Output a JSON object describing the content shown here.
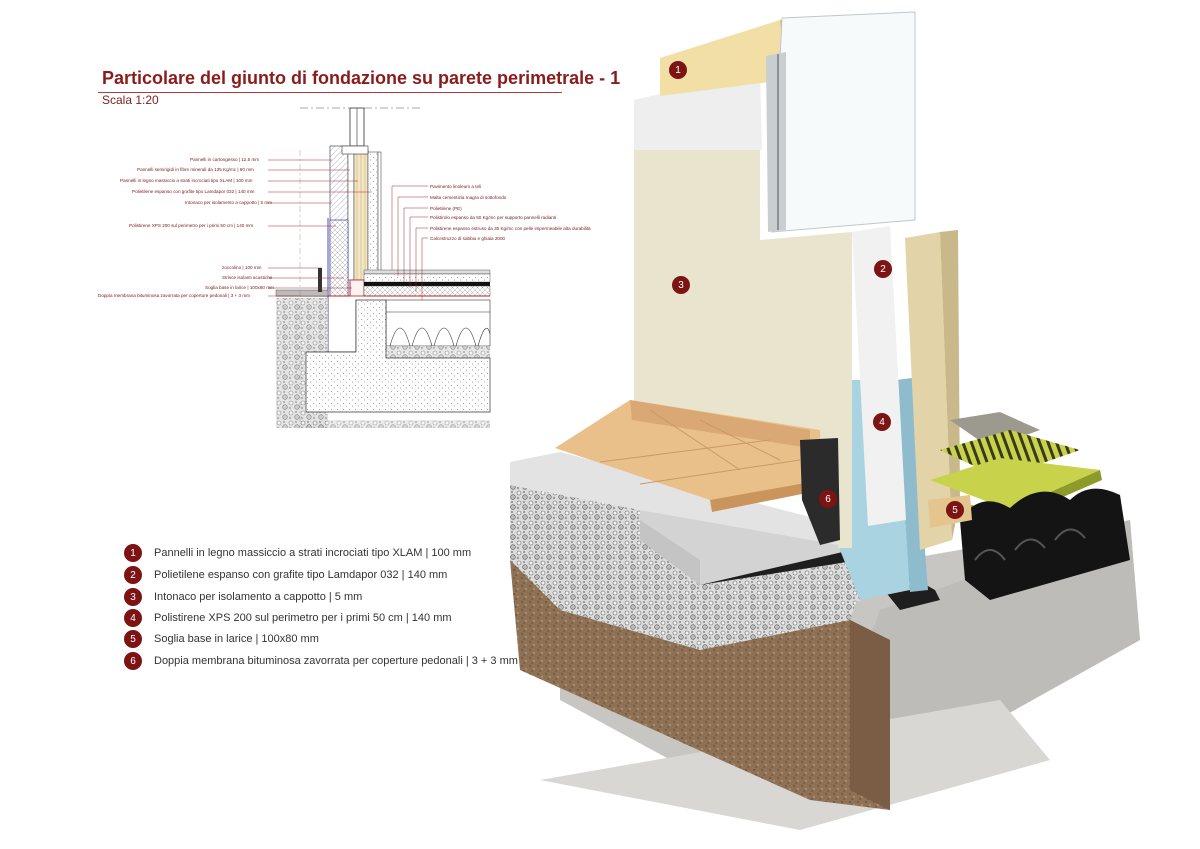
{
  "header": {
    "title": "Particolare del giunto di fondazione su parete perimetrale - 1",
    "scale": "Scala 1:20"
  },
  "section": {
    "left_labels": [
      "Pannelli in cartongesso | 12.5 mm",
      "Pannelli semirigidi in fibre minerali da 135 Kg/mc | 60 mm",
      "Pannelli in legno massiccio a strati incrociati tipo XLAM | 100 mm",
      "Polietilene espanso con grafite tipo Lamdapor 032 | 140 mm",
      "Intonaco per isolamento a cappotto | 5 mm",
      "Polistirene XPS  200 sul perimetro per i primi 50 cm | 140 mm",
      "zoccolino | 100 mm",
      "Strisce isolanti acustiche",
      "Soglia base in larice | 100x80 mm",
      "Doppia membrana bituminosa zavorrata per coperture pedonali | 3 + 3 mm"
    ],
    "right_labels": [
      "Pavimento linoleum a teli",
      "Malta cementizia magra di sottofondo",
      "Polietilene (PE)",
      "Polistirolo espanso da 50 Kg/mc per supporto pannelli radianti",
      "Polistirene espanso estruso da 35 Kg/mc con pelle impermeabile alta durabilità",
      "Calcestruzzo di sabbia e ghiaia 2000"
    ]
  },
  "legend": [
    {
      "num": "1",
      "text": "Pannelli in legno massiccio a strati incrociati tipo XLAM | 100 mm"
    },
    {
      "num": "2",
      "text": "Polietilene espanso con grafite tipo Lamdapor 032 | 140 mm"
    },
    {
      "num": "3",
      "text": "Intonaco per isolamento a cappotto | 5 mm"
    },
    {
      "num": "4",
      "text": "Polistirene XPS  200 sul perimetro per i primi 50 cm | 140 mm"
    },
    {
      "num": "5",
      "text": "Soglia base in larice | 100x80 mm"
    },
    {
      "num": "6",
      "text": "Doppia membrana bituminosa zavorrata per coperture pedonali | 3 + 3 mm"
    }
  ],
  "render_tags": [
    "1",
    "2",
    "3",
    "4",
    "5",
    "6"
  ],
  "colors": {
    "accent": "#7d1414",
    "title": "#8a1c1c"
  }
}
